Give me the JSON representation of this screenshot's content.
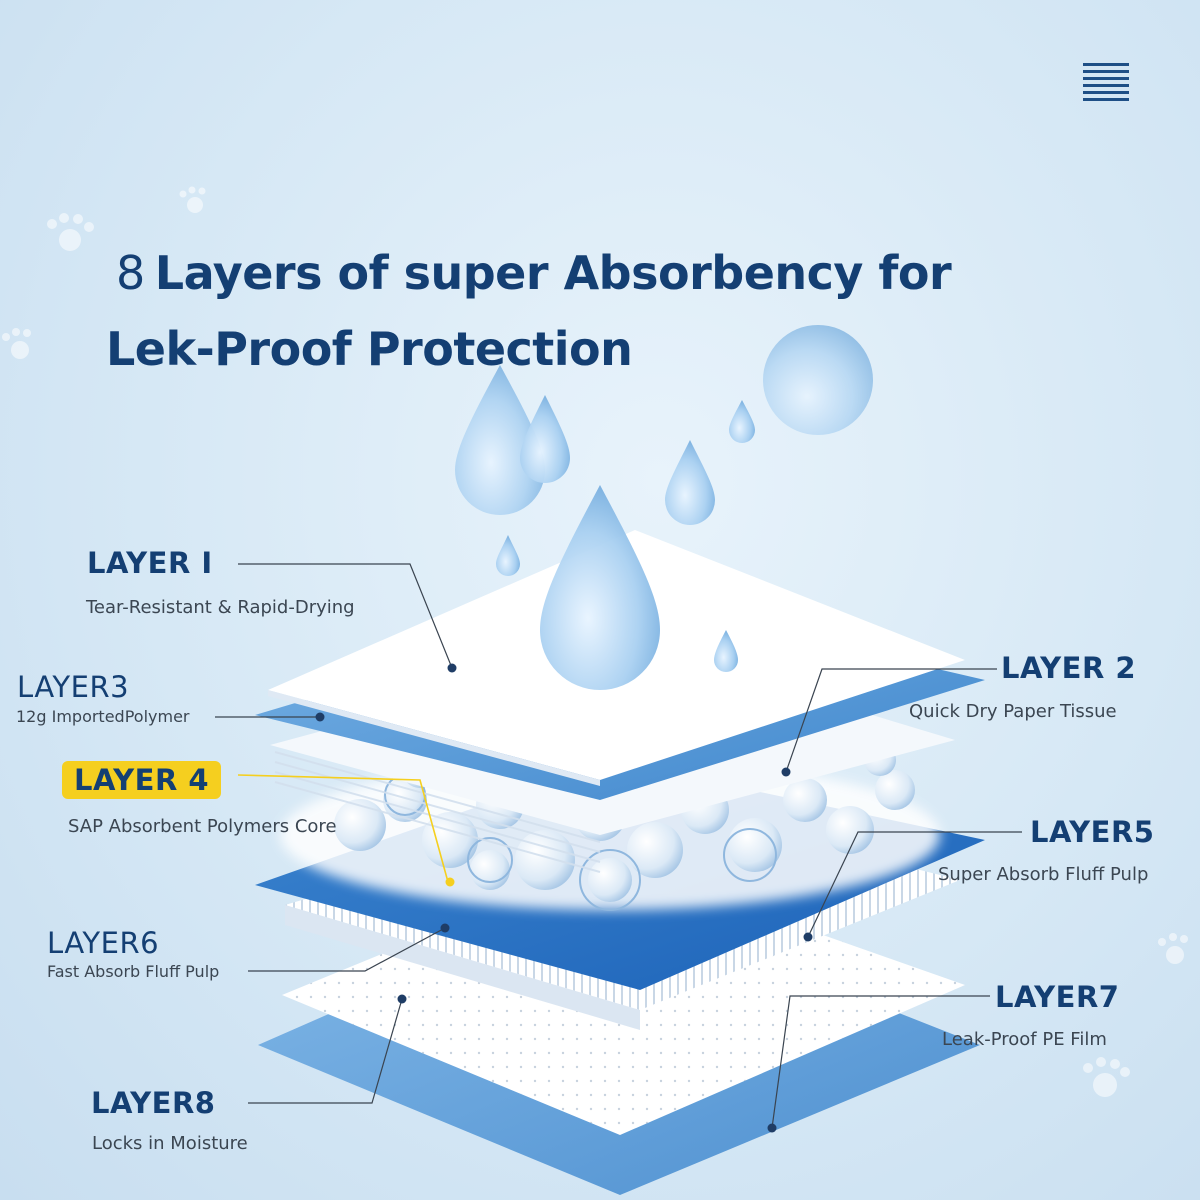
{
  "title": {
    "number": "8",
    "line1": "Layers of super Absorbency for",
    "line2": "Lek-Proof Protection"
  },
  "icons": {
    "menu": "menu-lines-icon",
    "drop": "water-drop-icon",
    "paw": "paw-print-icon"
  },
  "colors": {
    "title": "#143f73",
    "highlight": "#f5cf1f",
    "layer_blue": "#4d95d4",
    "leader": "#2b3440"
  },
  "layers": [
    {
      "id": 1,
      "name": "LAYER I",
      "description": "Tear-Resistant & Rapid-Drying"
    },
    {
      "id": 2,
      "name": "LAYER 2",
      "description": "Quick Dry Paper Tissue"
    },
    {
      "id": 3,
      "name": "LAYER3",
      "description": "12g ImportedPolymer"
    },
    {
      "id": 4,
      "name": "LAYER 4",
      "description": "SAP Absorbent Polymers Core"
    },
    {
      "id": 5,
      "name": "LAYER5",
      "description": "Super Absorb Fluff Pulp"
    },
    {
      "id": 6,
      "name": "LAYER6",
      "description": "Fast Absorb Fluff Pulp"
    },
    {
      "id": 7,
      "name": "LAYER7",
      "description": "Leak-Proof PE Film"
    },
    {
      "id": 8,
      "name": "LAYER8",
      "description": "Locks in Moisture"
    }
  ]
}
